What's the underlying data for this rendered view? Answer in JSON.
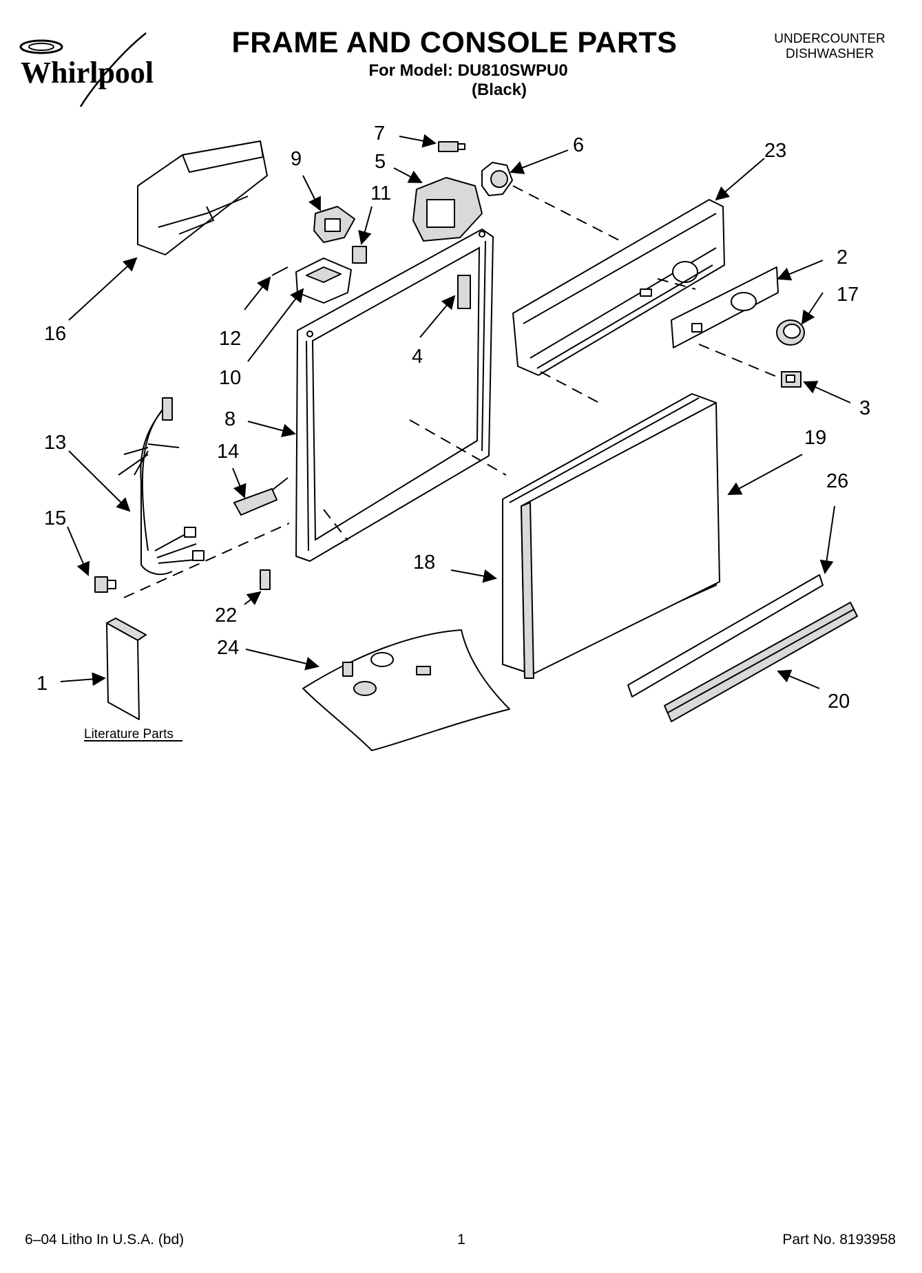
{
  "header": {
    "brand": "Whirlpool",
    "title": "FRAME AND CONSOLE PARTS",
    "model_line": "For Model: DU810SWPU0",
    "color_line": "(Black)",
    "product_type_line1": "UNDERCOUNTER",
    "product_type_line2": "DISHWASHER"
  },
  "callouts": {
    "c1": "1",
    "c2": "2",
    "c3": "3",
    "c4": "4",
    "c5": "5",
    "c6": "6",
    "c7": "7",
    "c8": "8",
    "c9": "9",
    "c10": "10",
    "c11": "11",
    "c12": "12",
    "c13": "13",
    "c14": "14",
    "c15": "15",
    "c16": "16",
    "c17": "17",
    "c18": "18",
    "c19": "19",
    "c20": "20",
    "c22": "22",
    "c23": "23",
    "c24": "24",
    "c26": "26"
  },
  "literature_label": "Literature Parts",
  "footer": {
    "litho": "6–04 Litho In U.S.A. (bd)",
    "page_number": "1",
    "part_number": "Part No. 8193958"
  }
}
